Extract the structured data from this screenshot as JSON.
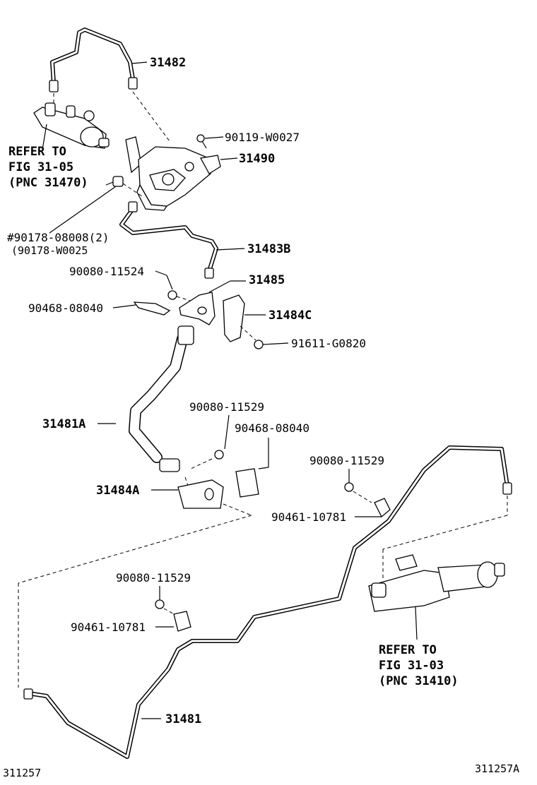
{
  "labels": {
    "p31482": "31482",
    "p90119": "90119-W0027",
    "p31490": "31490",
    "refer_top_1": "REFER TO",
    "refer_top_2": "FIG 31-05",
    "refer_top_3": "(PNC 31470)",
    "p90178a": "#90178-08008(2)",
    "p90178b": "(90178-W0025",
    "p31483b": "31483B",
    "p90080_11524": "90080-11524",
    "p31485": "31485",
    "p90468_a": "90468-08040",
    "p31484c": "31484C",
    "p91611": "91611-G0820",
    "p90080_11529_a": "90080-11529",
    "p31481a": "31481A",
    "p90468_b": "90468-08040",
    "p90080_11529_b": "90080-11529",
    "p31484a": "31484A",
    "p90461_a": "90461-10781",
    "p90080_11529_c": "90080-11529",
    "p90461_b": "90461-10781",
    "refer_bot_1": "REFER TO",
    "refer_bot_2": "FIG 31-03",
    "refer_bot_3": "(PNC 31410)",
    "p31481": "31481",
    "code_left": "311257",
    "code_right": "311257A"
  }
}
